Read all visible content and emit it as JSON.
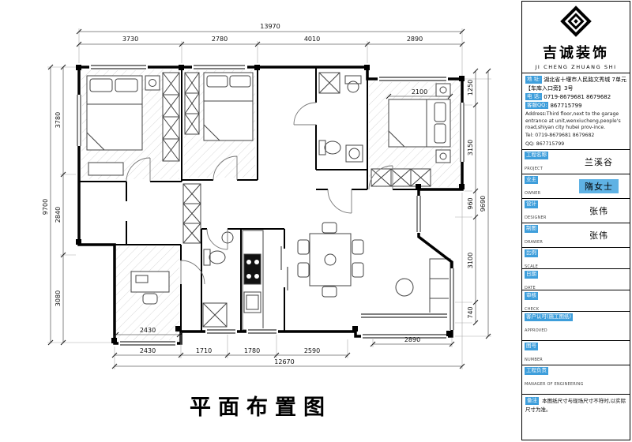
{
  "drawing": {
    "title": "平面布置图",
    "dims": {
      "top_total": "13970",
      "top": [
        "3730",
        "2780",
        "4010",
        "2890"
      ],
      "left_total": "9700",
      "left": [
        "3780",
        "2840",
        "3080"
      ],
      "right_total": "9690",
      "right": [
        "1250",
        "3150",
        "960",
        "3100",
        "740"
      ],
      "bottom": [
        "2430",
        "1710",
        "1780",
        "2590"
      ],
      "bottom_total": "12670",
      "bottom_right": "2890",
      "bed_width": "2100",
      "bay_width": "2430"
    }
  },
  "titleblock": {
    "brand": "吉诚装饰",
    "brand_sub": "JI CHENG ZHUANG SHI",
    "address_label": "地 址:",
    "address_value": "湖北省十堰市人民路文秀城 7单元【车库入口旁】3号",
    "phone_label": "电 话:",
    "phone_value": "0719-8679681  8679682",
    "qq_label": "客服QQ:",
    "qq_value": "867715799",
    "address_en": "Address:Third floor,next to the garage entrance at unit,wenxiucheng,people's road,shiyan city hubei prov-ince.",
    "tel_en": "Tel: 0719-8679681  8679682",
    "qq_en": "QQ: 867715799",
    "rows": [
      {
        "label": "工程名称",
        "sublabel": "PROJECT",
        "value": "兰溪谷"
      },
      {
        "label": "业主",
        "sublabel": "OWNER",
        "value": "隋女士"
      },
      {
        "label": "设计",
        "sublabel": "DESIGNER",
        "value": "张伟"
      },
      {
        "label": "制图",
        "sublabel": "DRAWER",
        "value": "张伟"
      },
      {
        "label": "比例",
        "sublabel": "SCALE",
        "value": ""
      },
      {
        "label": "日期",
        "sublabel": "DATE",
        "value": ""
      },
      {
        "label": "审核",
        "sublabel": "CHECK",
        "value": ""
      },
      {
        "label": "客户认可(施工图纸)",
        "sublabel": "APPROVED",
        "value": ""
      },
      {
        "label": "图号",
        "sublabel": "NUMBER",
        "value": ""
      },
      {
        "label": "工程负责",
        "sublabel": "MANAGER OF ENGINEERING",
        "value": ""
      },
      {
        "label": "备注",
        "sublabel": "",
        "value": "本图纸尺寸与现场尺寸不符时,以实际尺寸为准。"
      }
    ],
    "accent_color": "#3e9edb"
  }
}
